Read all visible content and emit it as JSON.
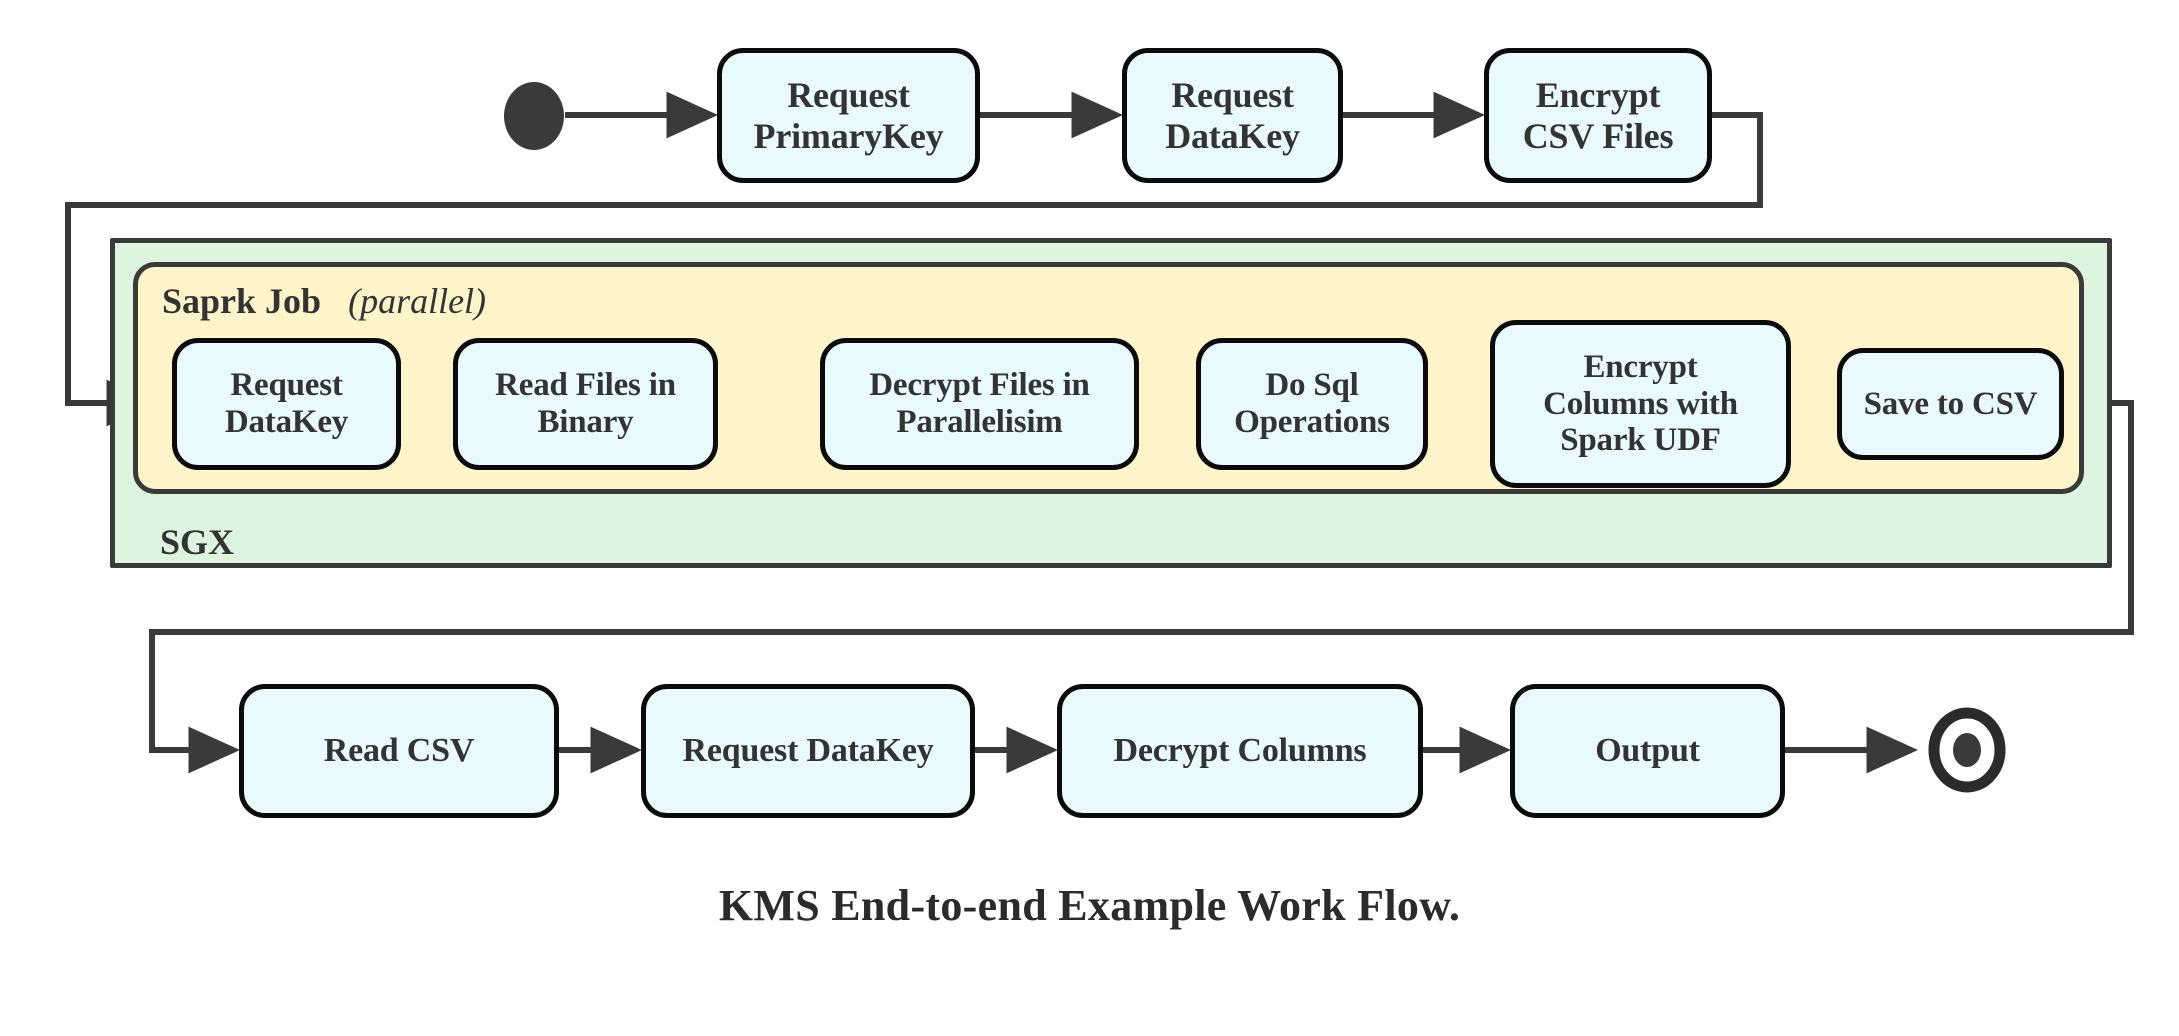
{
  "diagram": {
    "title": "KMS End-to-end Example Work Flow.",
    "colors": {
      "node_fill": "#e8fafd",
      "node_border": "#0b0b0b",
      "sgx_fill": "#ddf5de",
      "spark_fill": "#fdf5c9",
      "line": "#3a3a3a",
      "text": "#333333"
    },
    "markers": {
      "start_label": "start-node",
      "end_label": "end-node"
    },
    "containers": [
      {
        "id": "sgx",
        "label": "SGX",
        "label_position": "bottom-left"
      },
      {
        "id": "spark",
        "label": "Saprk Job",
        "annotation": "(parallel)",
        "label_position": "top-left"
      }
    ],
    "rows": {
      "top": {
        "name": "top-row",
        "nodes": [
          {
            "id": "request-primarykey",
            "lines": [
              "Request",
              "PrimaryKey"
            ]
          },
          {
            "id": "request-datakey-top",
            "lines": [
              "Request",
              "DataKey"
            ]
          },
          {
            "id": "encrypt-csv-files",
            "lines": [
              "Encrypt",
              "CSV Files"
            ]
          }
        ]
      },
      "spark": {
        "name": "spark-row",
        "nodes": [
          {
            "id": "request-datakey-spark",
            "lines": [
              "Request",
              "DataKey"
            ]
          },
          {
            "id": "read-files-in-binary",
            "lines": [
              "Read Files in",
              "Binary"
            ]
          },
          {
            "id": "decrypt-files-in-parallelisim",
            "lines": [
              "Decrypt Files in",
              "Parallelisim"
            ]
          },
          {
            "id": "do-sql-operations",
            "lines": [
              "Do Sql",
              "Operations"
            ]
          },
          {
            "id": "encrypt-columns-with-spark-udf",
            "lines": [
              "Encrypt",
              "Columns with",
              "Spark UDF"
            ]
          },
          {
            "id": "save-to-csv",
            "lines": [
              "Save to CSV"
            ]
          }
        ]
      },
      "bottom": {
        "name": "bottom-row",
        "nodes": [
          {
            "id": "read-csv",
            "lines": [
              "Read CSV"
            ]
          },
          {
            "id": "request-datakey-bottom",
            "lines": [
              "Request DataKey"
            ]
          },
          {
            "id": "decrypt-columns",
            "lines": [
              "Decrypt Columns"
            ]
          },
          {
            "id": "output",
            "lines": [
              "Output"
            ]
          }
        ]
      }
    }
  }
}
